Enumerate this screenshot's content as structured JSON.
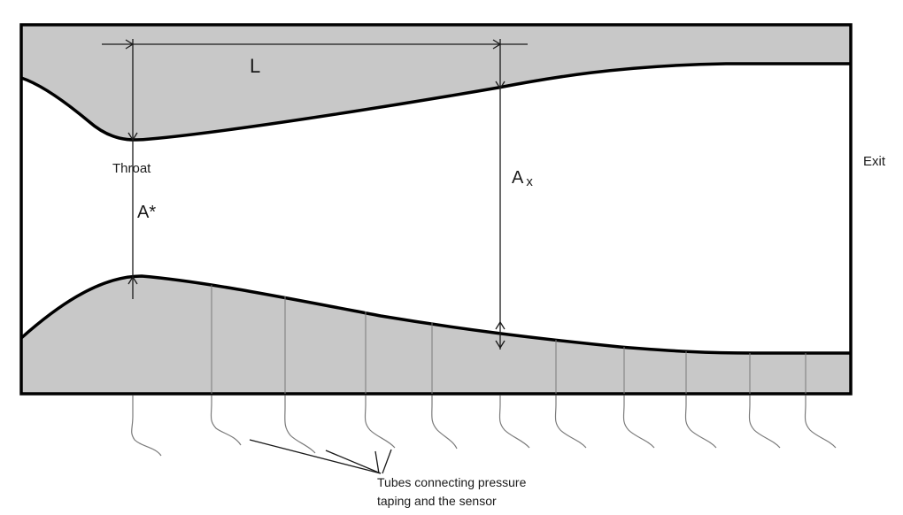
{
  "labels": {
    "length": "L",
    "throat": "Throat",
    "throat_area": "A*",
    "section_area_symbol": "A",
    "section_area_subscript": "x",
    "exit": "Exit",
    "caption_line1": "Tubes connecting pressure",
    "caption_line2": "taping and the sensor"
  },
  "colors": {
    "wall_fill": "#c8c8c8",
    "wall_line": "#000000",
    "tube_line": "#7a7a7a"
  }
}
